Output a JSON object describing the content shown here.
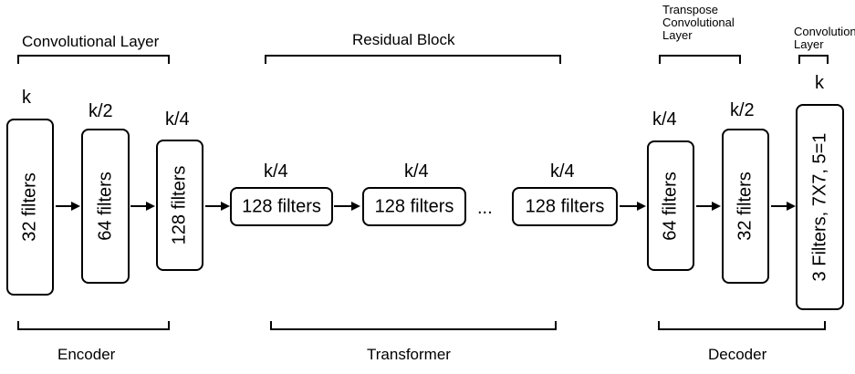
{
  "sections": {
    "conv_layer": "Convolutional Layer",
    "residual_block": "Residual Block",
    "transpose_conv_layer": "Transpose Convolutional Layer",
    "conv_layer_right": "Convolutional Layer",
    "encoder": "Encoder",
    "transformer": "Transformer",
    "decoder": "Decoder"
  },
  "encoder": {
    "blocks": [
      {
        "dim": "k",
        "label": "32 filters"
      },
      {
        "dim": "k/2",
        "label": "64 filters"
      },
      {
        "dim": "k/4",
        "label": "128 filters"
      }
    ]
  },
  "transformer": {
    "blocks": [
      {
        "dim": "k/4",
        "label": "128 filters"
      },
      {
        "dim": "k/4",
        "label": "128 filters"
      },
      {
        "dim": "k/4",
        "label": "128 filters"
      }
    ],
    "ellipsis": "..."
  },
  "decoder": {
    "blocks": [
      {
        "dim": "k/4",
        "label": "64 filters"
      },
      {
        "dim": "k/2",
        "label": "32 filters"
      },
      {
        "dim": "k",
        "label": "3 Filters, 7X7, 5=1"
      }
    ]
  }
}
